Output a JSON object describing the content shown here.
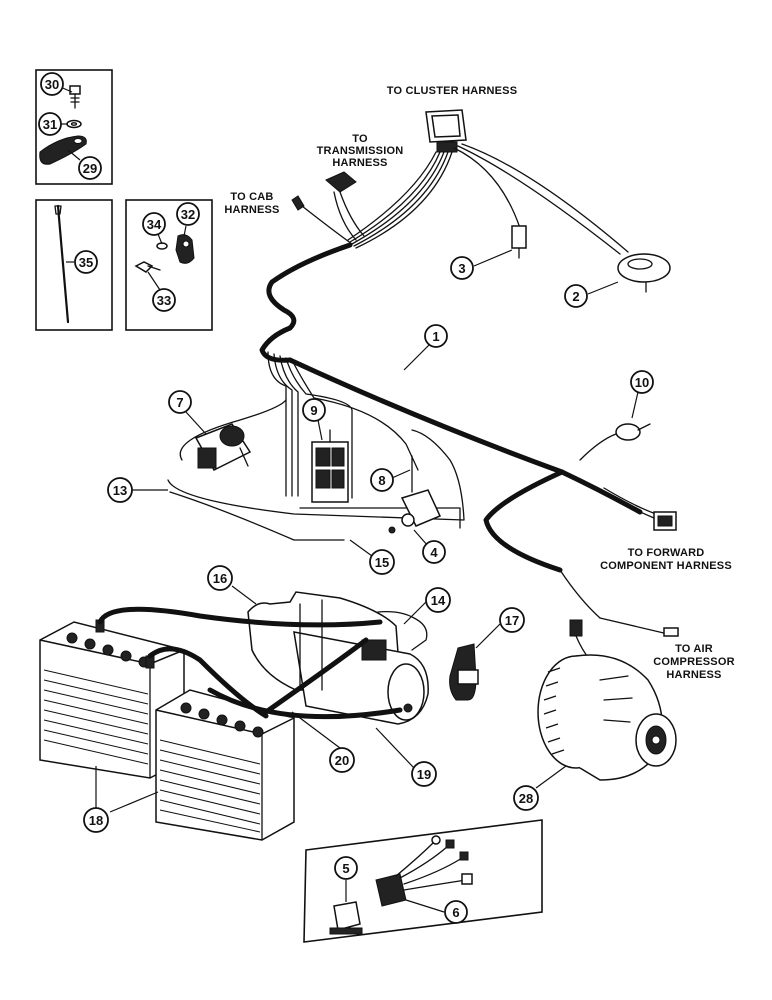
{
  "labels": {
    "cluster": "TO CLUSTER HARNESS",
    "transmission": [
      "TO",
      "TRANSMISSION",
      "HARNESS"
    ],
    "cab": [
      "TO CAB",
      "HARNESS"
    ],
    "forward": [
      "TO FORWARD",
      "COMPONENT HARNESS"
    ],
    "air": [
      "TO AIR",
      "COMPRESSOR",
      "HARNESS"
    ]
  },
  "callouts": {
    "c1": "1",
    "c2": "2",
    "c3": "3",
    "c4": "4",
    "c5": "5",
    "c6": "6",
    "c7": "7",
    "c8": "8",
    "c9": "9",
    "c10": "10",
    "c13": "13",
    "c14": "14",
    "c15": "15",
    "c16": "16",
    "c17": "17",
    "c18": "18",
    "c19": "19",
    "c20": "20",
    "c28": "28",
    "c29": "29",
    "c30": "30",
    "c31": "31",
    "c32": "32",
    "c33": "33",
    "c34": "34",
    "c35": "35"
  }
}
